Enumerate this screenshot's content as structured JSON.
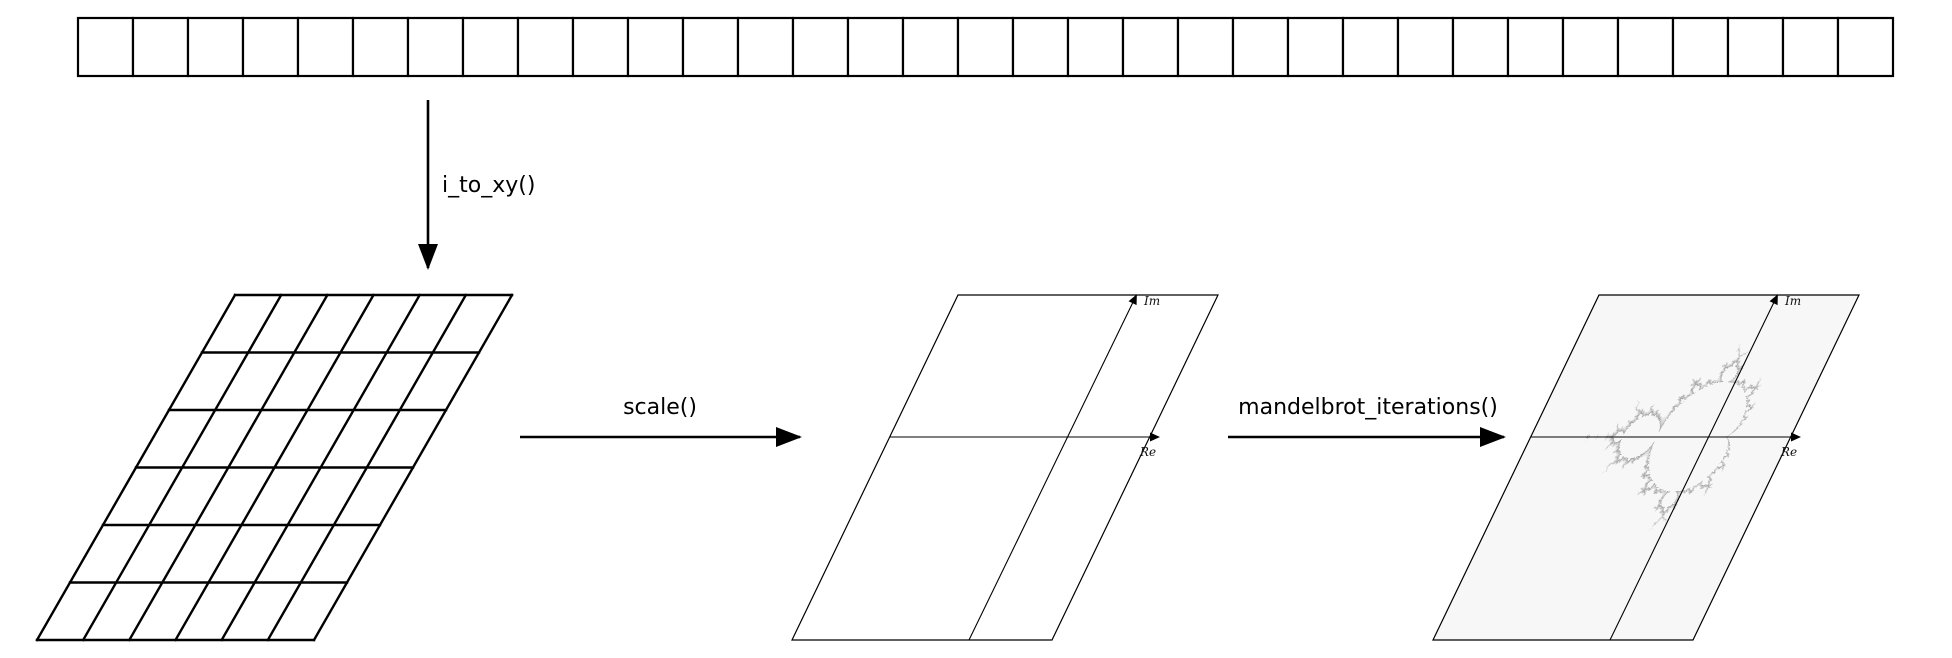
{
  "diagram": {
    "array": {
      "cell_count": 33
    },
    "grid": {
      "rows": 6,
      "cols": 6
    },
    "steps": [
      {
        "label": "i_to_xy()"
      },
      {
        "label": "scale()"
      },
      {
        "label": "mandelbrot_iterations()"
      }
    ],
    "complex_plane": {
      "re_label": "Re",
      "im_label": "Im"
    },
    "mandelbrot_plane": {
      "re_label": "Re",
      "im_label": "Im"
    },
    "colors": {
      "stroke": "#000000",
      "plane_tint": "#f7f7f7",
      "fractal_speckle": "#5a5a5a",
      "background": "#ffffff"
    }
  }
}
